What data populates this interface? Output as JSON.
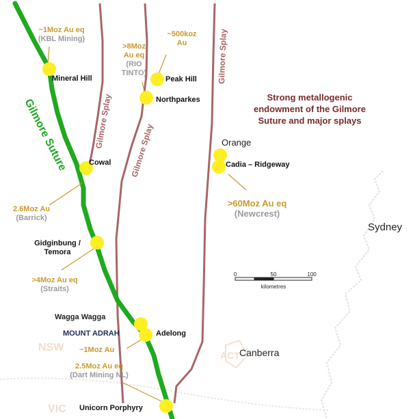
{
  "title_lines": [
    "Strong metallogenic",
    "endowment of the Gilmore",
    "Suture and major splays"
  ],
  "suture_label": "Gilmore Suture",
  "splay_label": "Gilmore Splay",
  "sites": {
    "mineral_hill": "Mineral Hill",
    "peak_hill": "Peak Hill",
    "northparkes": "Northparkes",
    "cowal": "Cowal",
    "orange": "Orange",
    "cadia": "Cadia – Ridgeway",
    "gidginbung": "Gidginbung /",
    "temora": "Temora",
    "wagga": "Wagga Wagga",
    "mount_adrah": "MOUNT ADRAH",
    "adelong": "Adelong",
    "unicorn": "Unicorn Porphyry"
  },
  "endowments": {
    "kbl": {
      "amount": "~1Moz Au eq",
      "owner": "(KBL Mining)"
    },
    "rio": {
      "line1": ">8Moz",
      "line2": "Au eq",
      "owner1": "(RIO",
      "owner2": "TINTO)"
    },
    "peak": {
      "line1": "~500koz",
      "line2": "Au"
    },
    "barrick": {
      "amount": "2.6Moz Au",
      "owner": "(Barrick)"
    },
    "newcrest": {
      "amount": ">60Moz Au eq",
      "owner": "(Newcrest)"
    },
    "straits": {
      "amount": ">4Moz Au eq",
      "owner": "(Straits)"
    },
    "adrah": {
      "amount": "~1Moz Au"
    },
    "dart": {
      "amount": "2.5Moz Au eq",
      "owner": "(Dart Mining NL)"
    }
  },
  "cities": {
    "sydney": "Sydney",
    "canberra": "Canberra"
  },
  "states": {
    "nsw": "NSW",
    "vic": "VIC",
    "act": "ACT"
  },
  "scale": {
    "ticks": [
      "0",
      "50",
      "100"
    ],
    "unit": "kilometres"
  },
  "colors": {
    "suture": "#1faa1f",
    "splay": "#a86565",
    "deposit": "#ffee22",
    "endowment": "#c89a2a",
    "owner": "#9a9a9a"
  }
}
